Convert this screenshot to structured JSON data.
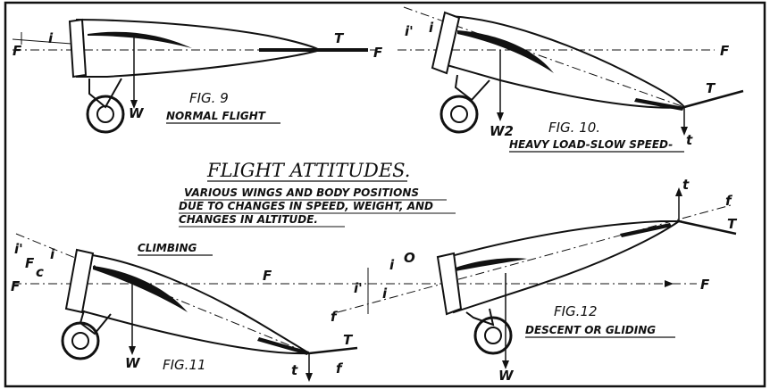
{
  "title": "FLIGHT ATTITUDES.",
  "subtitle_lines": [
    "VARIOUS WINGS AND BODY POSITIONS",
    "DUE TO CHANGES IN SPEED, WEIGHT, AND",
    "CHANGES IN ALTITUDE."
  ],
  "fig9": {
    "number": "FIG. 9",
    "caption": "NORMAL FLIGHT",
    "labels": {
      "F_left": "F",
      "i": "i",
      "T": "T",
      "F_right": "F",
      "W": "W"
    }
  },
  "fig10": {
    "number": "FIG. 10.",
    "caption": "HEAVY LOAD-SLOW SPEED-",
    "labels": {
      "i_prime": "i'",
      "i": "i",
      "F": "F",
      "T": "T",
      "W2": "W2",
      "t": "t"
    }
  },
  "fig11": {
    "number": "FIG.11",
    "caption": "CLIMBING",
    "labels": {
      "i_prime": "i'",
      "i": "i",
      "F_upper": "F",
      "c": "c",
      "F_left": "F",
      "F_mid": "F",
      "W": "W",
      "T": "T",
      "t": "t",
      "f": "f"
    }
  },
  "fig12": {
    "number": "FIG.12",
    "caption": "DESCENT OR GLIDING",
    "labels": {
      "t_top": "t",
      "f_top": "f",
      "T": "T",
      "O": "O",
      "i_upper": "i",
      "i_prime": "i'",
      "i_lower": "i",
      "F": "F",
      "f_bottom": "f",
      "W": "W"
    }
  }
}
